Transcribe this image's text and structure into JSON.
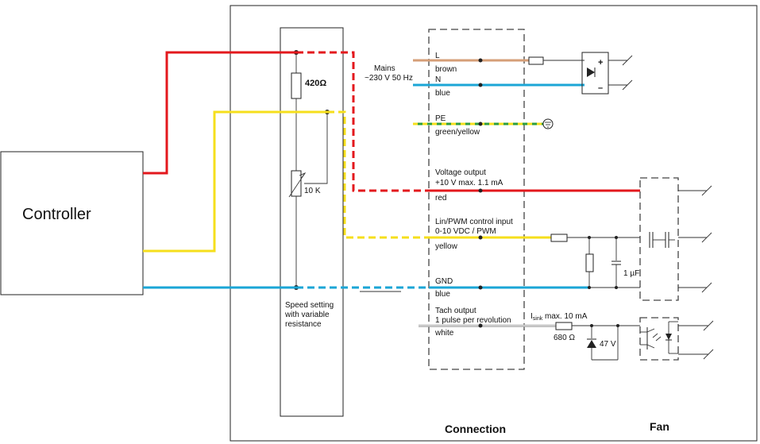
{
  "controller": {
    "label": "Controller"
  },
  "speed_box": {
    "resistor_label": "420Ω",
    "pot_label": "10 K",
    "caption": [
      "Speed setting",
      "with variable",
      "resistance"
    ]
  },
  "mains": {
    "label": "Mains",
    "voltage": "~230 V 50 Hz"
  },
  "wires": {
    "L": {
      "name": "L",
      "color": "brown"
    },
    "N": {
      "name": "N",
      "color": "blue"
    },
    "PE": {
      "name": "PE",
      "color": "green/yellow"
    },
    "voltage_output": {
      "line1": "Voltage output",
      "line2": "+10 V max. 1.1 mA",
      "color": "red"
    },
    "control_input": {
      "line1": "Lin/PWM control input",
      "line2": "0-10 VDC / PWM",
      "color": "yellow"
    },
    "gnd": {
      "name": "GND",
      "color": "blue"
    },
    "tach": {
      "line1": "Tach output",
      "line2": "1 pulse per revolution",
      "color": "white"
    }
  },
  "components": {
    "isink_prefix": "I",
    "isink_sub": "sink",
    "isink_value": " max. 10 mA",
    "resistor_680": "680 Ω",
    "zener": "47 V",
    "capacitor": "1 µF"
  },
  "sections": {
    "connection": "Connection",
    "fan": "Fan"
  },
  "colors": {
    "red": "#e3181d",
    "yellow": "#f6df1c",
    "blue": "#1ba6d6",
    "brown": "#d59e77",
    "green": "#2e9e3a"
  }
}
